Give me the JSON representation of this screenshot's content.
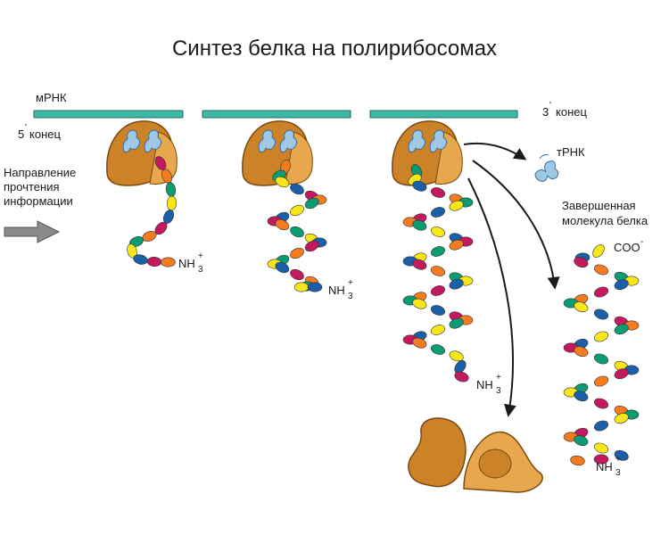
{
  "title": "Синтез белка на полирибосомах",
  "labels": {
    "mrna": "мРНК",
    "five_prime_digit": "5",
    "five_prime_word": "конец",
    "three_prime_digit": "3",
    "three_prime_word": "конец",
    "prime_mark": "'",
    "direction_line1": "Направление",
    "direction_line2": "прочтения",
    "direction_line3": "информации",
    "trna": "тРНК",
    "finished_line1": "Завершенная",
    "finished_line2": "молекула белка",
    "amino_main": "NH",
    "amino_sub": "3",
    "amino_charge": "+",
    "carboxyl_main": "COO",
    "carboxyl_charge": "-"
  },
  "colors": {
    "mrna_strand": "#3fb8a8",
    "ribosome": "#cc8227",
    "ribosome_light": "#e8a74c",
    "trna": "#9fc7e6",
    "arrow": "#7f7f7f",
    "beads": [
      "#c4185f",
      "#f47b20",
      "#0b9c73",
      "#f6e61a",
      "#1a5fa8",
      "#1a1a1a"
    ]
  }
}
